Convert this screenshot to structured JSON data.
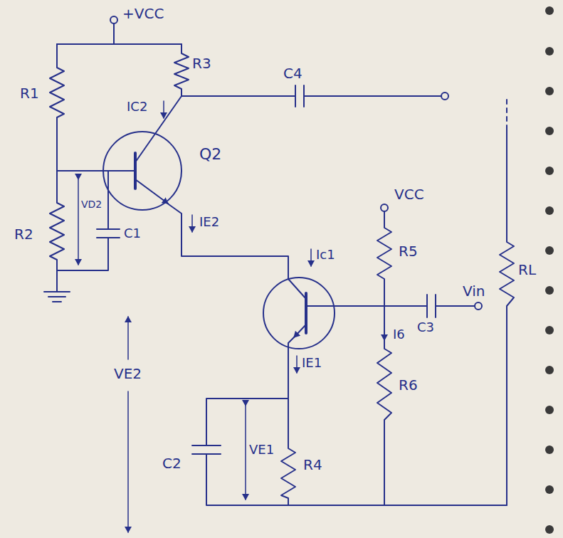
{
  "diagram": {
    "labels": [
      "+VCC",
      "R1",
      "R3",
      "C4",
      "IC2",
      "Q2",
      "VD2",
      "C1",
      "R2",
      "IE2",
      "VCC",
      "Ic1",
      "R5",
      "C3",
      "Vin",
      "I6",
      "R6",
      "IE1",
      "R4",
      "VE1",
      "C2",
      "VE2",
      "RL"
    ]
  }
}
